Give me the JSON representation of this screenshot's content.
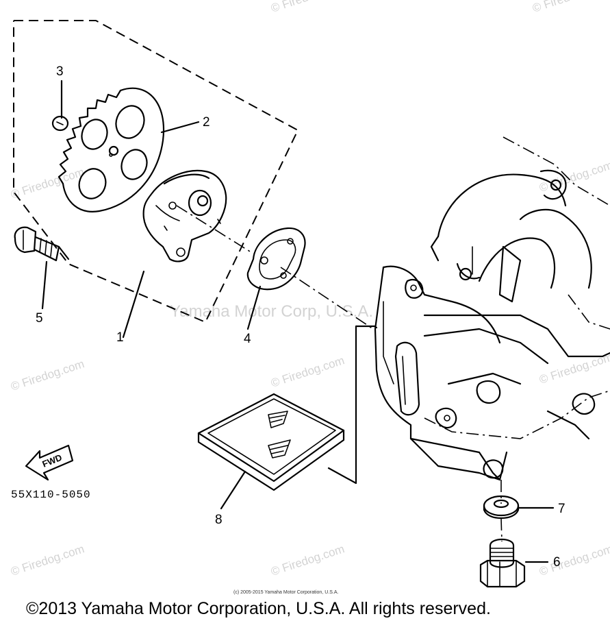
{
  "diagram": {
    "part_number": "55X110-5050",
    "fwd_label": "FWD",
    "callouts": [
      {
        "id": "c1",
        "label": "1"
      },
      {
        "id": "c2",
        "label": "2"
      },
      {
        "id": "c3",
        "label": "3"
      },
      {
        "id": "c4",
        "label": "4"
      },
      {
        "id": "c5",
        "label": "5"
      },
      {
        "id": "c6",
        "label": "6"
      },
      {
        "id": "c7",
        "label": "7"
      },
      {
        "id": "c8",
        "label": "8"
      }
    ]
  },
  "watermarks": {
    "firedog": "© Firedog.com",
    "center": "Yamaha Motor Corp, U.S.A."
  },
  "footer": {
    "small_copyright": "(c) 2005-2015 Yamaha Motor Corporation, U.S.A.",
    "copyright": "©2013 Yamaha Motor Corporation, U.S.A. All rights reserved."
  },
  "colors": {
    "line": "#000000",
    "watermark": "#d3d3d3",
    "background": "#ffffff"
  }
}
